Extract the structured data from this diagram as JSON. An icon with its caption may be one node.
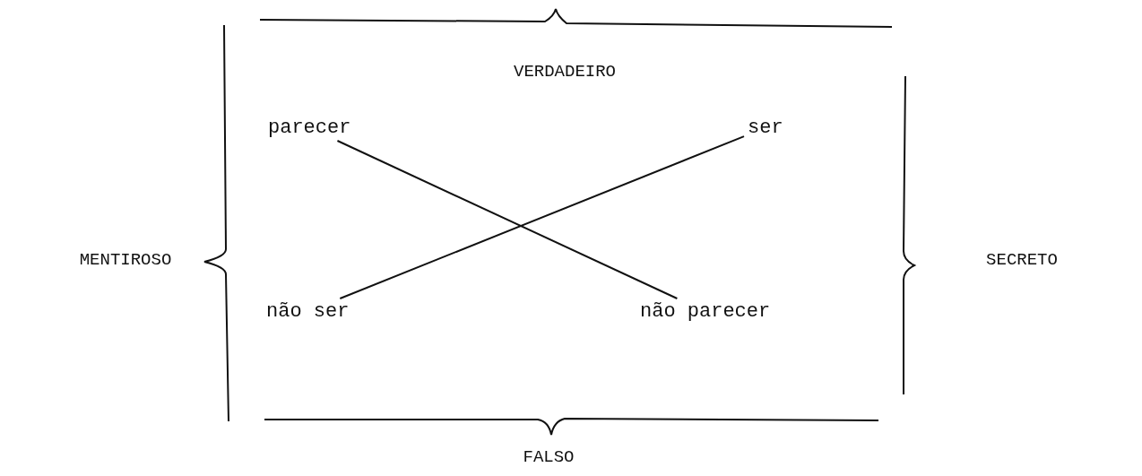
{
  "diagram": {
    "nodes": [
      {
        "text": [
          "parecer"
        ]
      },
      {
        "text": [
          "ser"
        ]
      },
      {
        "text": [
          "não ser"
        ]
      },
      {
        "text": [
          "não parecer"
        ]
      }
    ],
    "edges": [
      {
        "from": 0,
        "to": 3,
        "arrow": "none"
      },
      {
        "from": 1,
        "to": 2,
        "arrow": "none"
      }
    ],
    "labels": [
      "VERDADEIRO",
      "MENTIROSO",
      "SECRETO",
      "FALSO"
    ]
  }
}
